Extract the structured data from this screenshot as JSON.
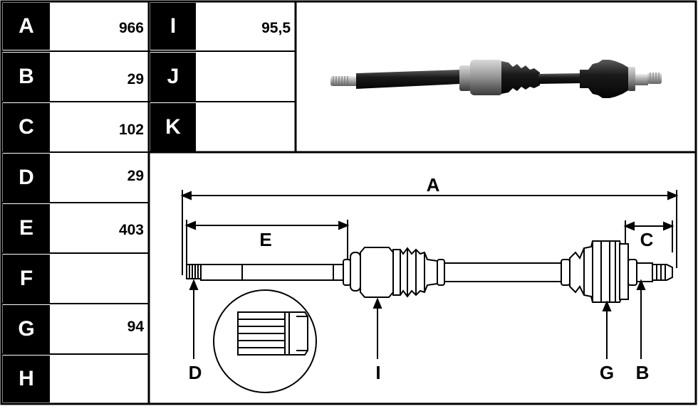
{
  "spec_table": {
    "rows": [
      {
        "label": "A",
        "value": "966"
      },
      {
        "label": "B",
        "value": "29"
      },
      {
        "label": "C",
        "value": "102"
      },
      {
        "label": "D",
        "value": "29"
      },
      {
        "label": "E",
        "value": "403"
      },
      {
        "label": "F",
        "value": ""
      },
      {
        "label": "G",
        "value": "94"
      },
      {
        "label": "H",
        "value": ""
      }
    ],
    "extra_rows": [
      {
        "label": "I",
        "value": "95,5"
      },
      {
        "label": "J",
        "value": ""
      },
      {
        "label": "K",
        "value": ""
      }
    ]
  },
  "diagram": {
    "dim_a": "A",
    "dim_e": "E",
    "dim_c": "C",
    "callout_d": "D",
    "callout_i": "I",
    "callout_g": "G",
    "callout_b": "B"
  },
  "colors": {
    "label_bg": "#000000",
    "label_text": "#ffffff",
    "line": "#000000",
    "shaft_fill": "#ffffff"
  }
}
